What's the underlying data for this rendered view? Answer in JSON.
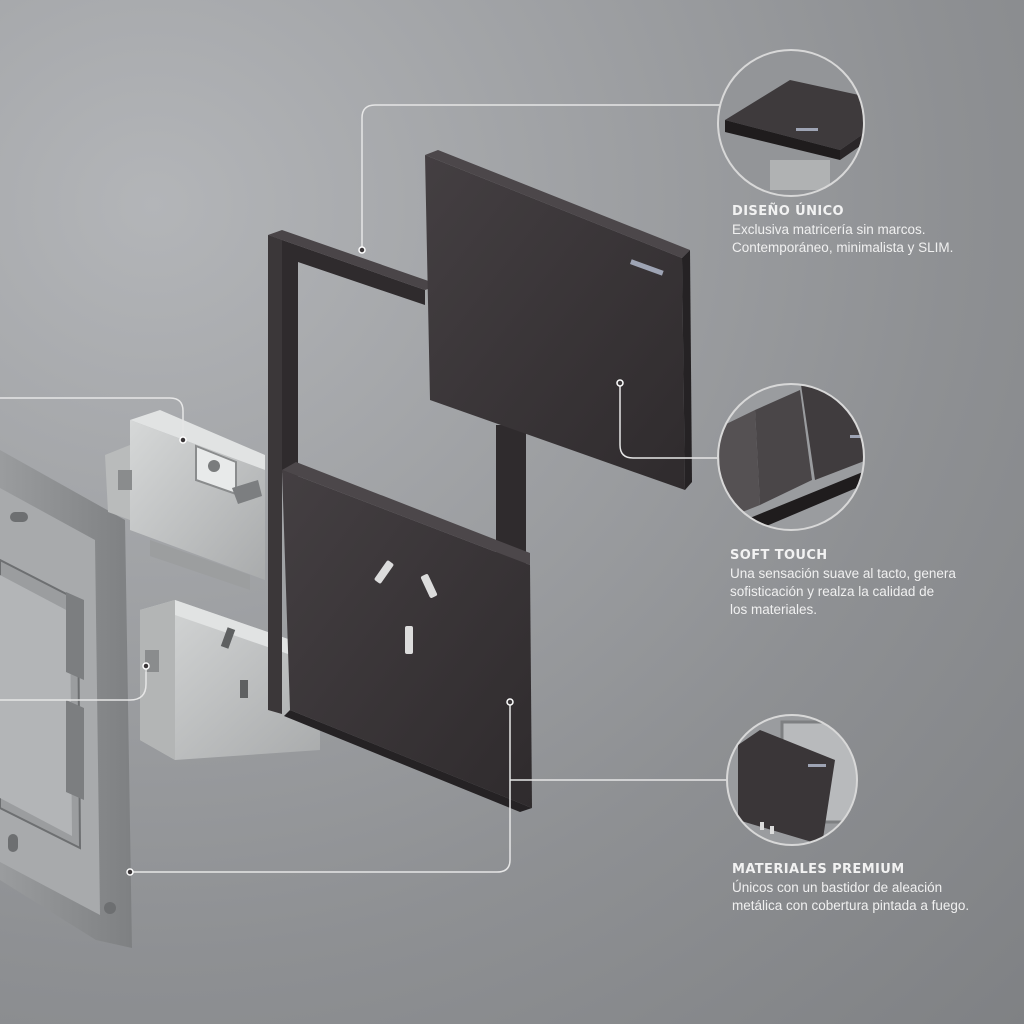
{
  "features": [
    {
      "title": "DISEÑO ÚNICO",
      "description": "Exclusiva matricería sin marcos.\nContemporáneo, minimalista y SLIM.",
      "detail_image": "switch-plate-edge-closeup"
    },
    {
      "title": "SOFT TOUCH",
      "description": "Una sensación suave al tacto, genera\nsofisticación y realza la calidad de\nlos materiales.",
      "detail_image": "triple-switch-keys-closeup"
    },
    {
      "title": "MATERIALES PREMIUM",
      "description": "Únicos con un bastidor de aleación\nmetálica con cobertura pintada a fuego.",
      "detail_image": "plate-on-metal-frame-closeup"
    }
  ],
  "colors": {
    "background": "#9fa1a4",
    "plate": "#3a3638",
    "module": "#c9cbcb",
    "frame": "#8f9193",
    "leader_line": "#e6e6e6",
    "text": "#f2f2f2"
  }
}
